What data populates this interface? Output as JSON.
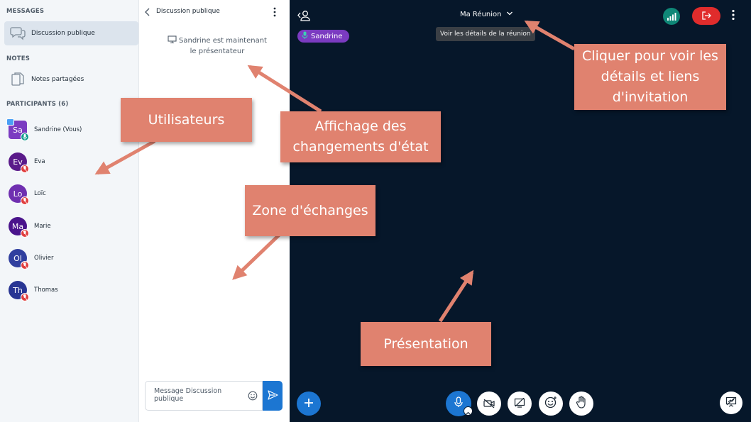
{
  "sidebar": {
    "messages_title": "MESSAGES",
    "public_chat_label": "Discussion publique",
    "notes_title": "NOTES",
    "shared_notes_label": "Notes partagées",
    "participants_title": "PARTICIPANTS (6)",
    "users": [
      {
        "initials": "Sa",
        "name": "Sandrine (Vous)",
        "color": "#7b3bc1"
      },
      {
        "initials": "Ev",
        "name": "Eva",
        "color": "#5a1a8a"
      },
      {
        "initials": "Lo",
        "name": "Loïc",
        "color": "#6f2fb0"
      },
      {
        "initials": "Ma",
        "name": "Marie",
        "color": "#4a148c"
      },
      {
        "initials": "Ol",
        "name": "Olivier",
        "color": "#303f9f"
      },
      {
        "initials": "Th",
        "name": "Thomas",
        "color": "#283593"
      }
    ]
  },
  "chat": {
    "title": "Discussion publique",
    "status_line1": "Sandrine est maintenant",
    "status_line2": "le présentateur",
    "input_placeholder": "Message Discussion publique"
  },
  "main": {
    "meeting_title": "Ma Réunion",
    "tooltip": "Voir les détails de la réunion",
    "talking_user": "Sandrine"
  },
  "callouts": {
    "users": "Utilisateurs",
    "status": "Affichage des changements d'état",
    "chat_zone": "Zone d'échanges",
    "details": "Cliquer pour voir les détails et liens d'invitation",
    "presentation": "Présentation"
  },
  "colors": {
    "accent": "#1c76d2",
    "leave": "#e02c2c",
    "callout": "#e0826f",
    "background": "#06172a"
  }
}
